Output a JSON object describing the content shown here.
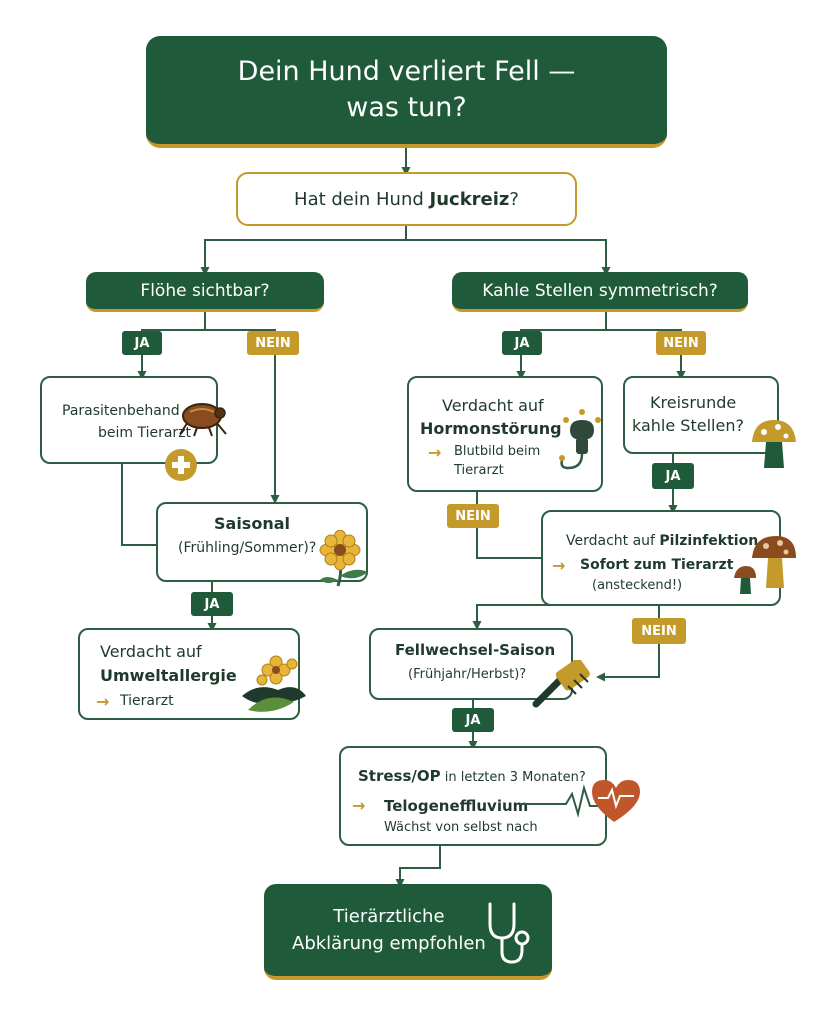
{
  "title": {
    "line1": "Dein Hund verliert Fell —",
    "line2": "was tun?"
  },
  "start_question": {
    "prefix": "Hat dein Hund ",
    "bold": "Juckreiz",
    "suffix": "?"
  },
  "labels": {
    "yes": "JA",
    "no": "NEIN",
    "arrow": "→"
  },
  "left_branch": {
    "question": "Flöhe sichtbar?",
    "parasites": {
      "line1": "Parasitenbehand",
      "line2": "beim Tierarzt"
    },
    "seasonal": {
      "title": "Saisonal",
      "subtitle": "(Frühling/Sommer)?"
    },
    "allergy": {
      "line1": "Verdacht auf",
      "line2": "Umweltallergie",
      "action": "Tierarzt"
    }
  },
  "right_branch": {
    "question": "Kahle Stellen symmetrisch?",
    "hormone": {
      "line1": "Verdacht auf",
      "line2": "Hormonstörung",
      "action_line1": "Blutbild beim",
      "action_line2": "Tierarzt"
    },
    "circular": {
      "line1": "Kreisrunde",
      "line2": "kahle Stellen?"
    },
    "fungal": {
      "prefix": "Verdacht auf ",
      "bold": "Pilzinfektion",
      "action": "Sofort zum Tierarzt",
      "note": "(ansteckend!)"
    }
  },
  "shedding": {
    "title": "Fellwechsel-Saison",
    "subtitle": "(Frühjahr/Herbst)?"
  },
  "stress": {
    "bold": "Stress/OP",
    "rest": " in letzten 3 Monaten?",
    "diagnosis": "Telogeneffluvium",
    "note": "Wächst von selbst nach"
  },
  "final": {
    "line1": "Tierärztliche",
    "line2": "Abklärung empfohlen"
  },
  "colors": {
    "green": "#1f5a3a",
    "gold": "#c49a2a",
    "brown": "#8a4b1e"
  },
  "icons": [
    "flea-icon",
    "first-aid-icon",
    "flower-icon",
    "allergy-flower-icon",
    "thyroid-icon",
    "mushroom-icon",
    "brush-icon",
    "heart-pulse-icon",
    "stethoscope-icon"
  ]
}
